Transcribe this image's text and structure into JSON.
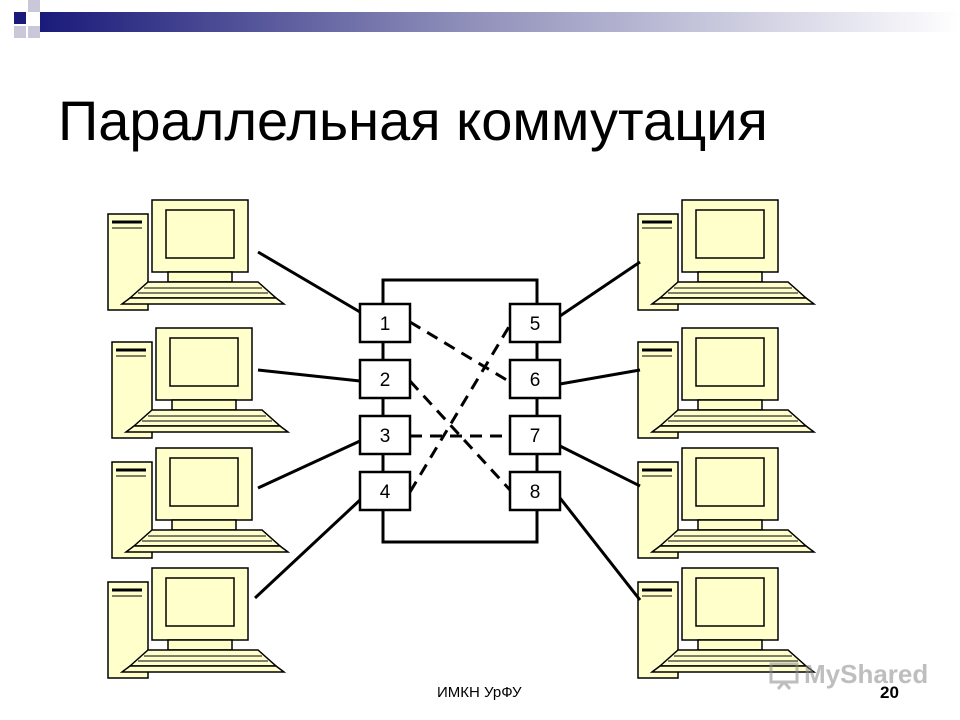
{
  "slide": {
    "title": "Параллельная коммутация",
    "footer": "ИМКН УрФУ",
    "page_number": "20"
  },
  "watermark": {
    "text": "MyShared"
  },
  "switch": {
    "ports_left": [
      "1",
      "2",
      "3",
      "4"
    ],
    "ports_right": [
      "5",
      "6",
      "7",
      "8"
    ],
    "connections": [
      {
        "from": "1",
        "to": "6"
      },
      {
        "from": "2",
        "to": "8"
      },
      {
        "from": "3",
        "to": "7"
      },
      {
        "from": "4",
        "to": "5"
      }
    ]
  },
  "colors": {
    "computer_fill": "#ffffcc",
    "outline": "#000000",
    "deco_navy": "#1a1a7a",
    "deco_gray": "#b0b0b0"
  }
}
